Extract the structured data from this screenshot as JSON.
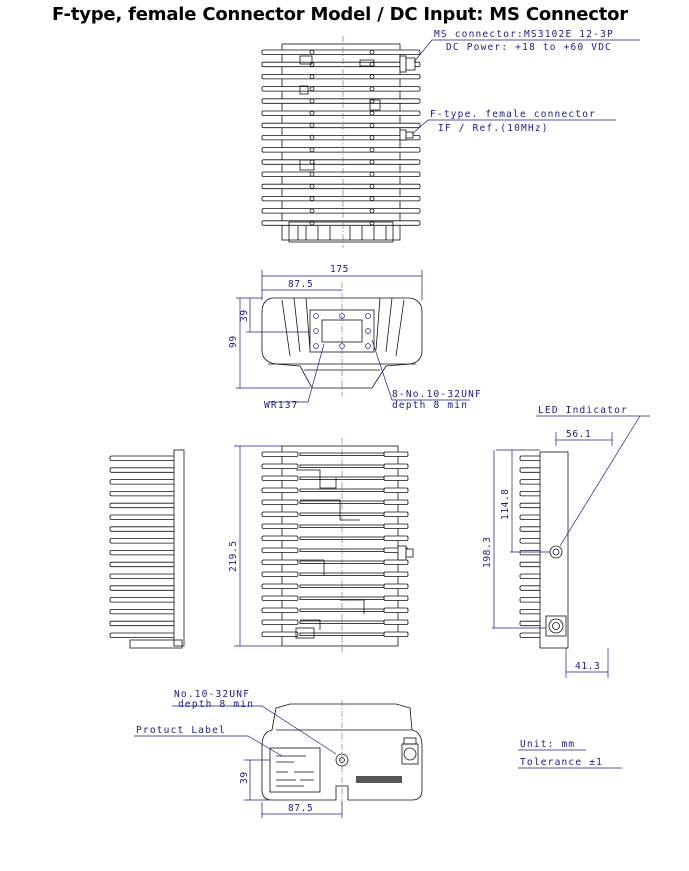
{
  "title": "F-type, female Connector Model / DC Input: MS Connector",
  "callouts": {
    "ms_connector_line1": "MS connector:MS3102E 12-3P",
    "ms_connector_line2": "DC Power: +18 to +60 VDC",
    "ftype_line1": "F-type. female connector",
    "ftype_line2": "IF / Ref.(10MHz)",
    "waveguide": "WR137",
    "screws_line1": "8-No.10-32UNF",
    "screws_line2": "depth 8 min",
    "led": "LED Indicator",
    "bottom_screw_line1": "No.10-32UNF",
    "bottom_screw_line2": "depth 8 min",
    "product_label": "Protuct Label"
  },
  "dimensions": {
    "width_175": "175",
    "half_87_5": "87.5",
    "depth_39": "39",
    "height_99": "99",
    "length_219_5": "219.5",
    "led_56_1": "56.1",
    "led_114_8": "114.8",
    "connector_198_3": "198.3",
    "connector_41_3": "41.3",
    "bottom_39": "39",
    "bottom_87_5": "87.5"
  },
  "notes": {
    "unit": "Unit: mm",
    "tolerance": "Tolerance ±1"
  },
  "colors": {
    "annotation": "#1b1b8a",
    "outline": "#111111"
  }
}
